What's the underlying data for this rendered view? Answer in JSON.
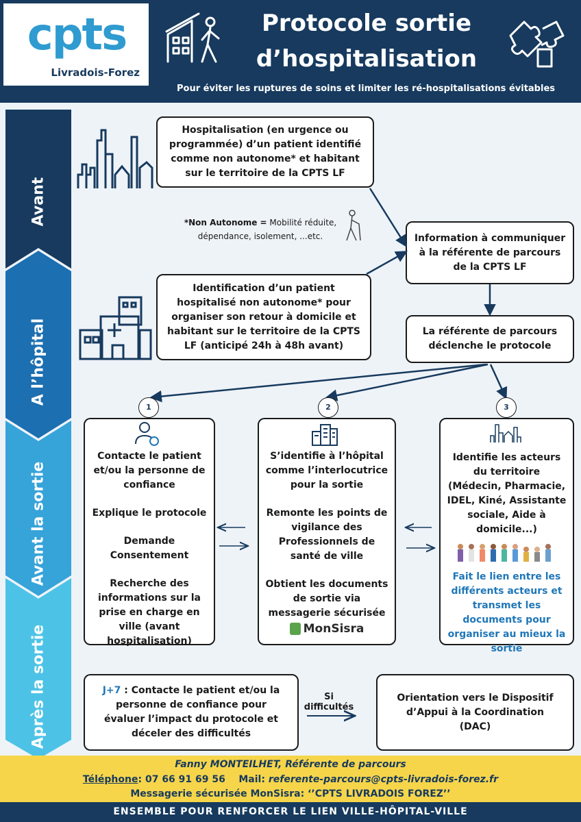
{
  "header": {
    "logo_main": "cpts",
    "logo_sub": "Livradois-Forez",
    "title_line1": "Protocole sortie",
    "title_line2": "d’hospitalisation",
    "subtitle": "Pour éviter les ruptures de soins et limiter les ré-hospitalisations évitables"
  },
  "timeline": {
    "stage1": "Avant",
    "stage2": "A l’hôpital",
    "stage3": "Avant la sortie",
    "stage4": "Après la sortie"
  },
  "colors": {
    "navy": "#173a5e",
    "blue": "#1f77b8",
    "cyan": "#4cc3e6",
    "yellow": "#f6d54a"
  },
  "flow": {
    "box_hospitalisation": "Hospitalisation (en urgence ou programmée) d’un patient identifié comme non autonome* et habitant sur le territoire de la CPTS LF",
    "note_bold": "*Non Autonome =",
    "note_text_1": " Mobilité réduite,",
    "note_text_2": "dépendance, isolement, ...etc.",
    "box_identification": "Identification d’un patient hospitalisé non autonome* pour organiser son retour à domicile et habitant sur le territoire de la CPTS LF (anticipé 24h à 48h avant)",
    "box_information": "Information à communiquer à la référente de parcours de la CPTS LF",
    "box_referente": "La référente de parcours déclenche le protocole"
  },
  "columns": [
    {
      "number": "1",
      "items": [
        "Contacte le patient et/ou la personne de confiance",
        "Explique le protocole",
        "Demande Consentement",
        "Recherche des informations sur la prise en charge en ville (avant hospitalisation)"
      ]
    },
    {
      "number": "2",
      "items": [
        "S’identifie à l’hôpital comme l’interlocutrice pour la sortie",
        "Remonte les points de vigilance des Professionnels de santé de ville",
        "Obtient les documents de sortie via messagerie sécurisée"
      ],
      "logo": "MonSisra"
    },
    {
      "number": "3",
      "items": [
        "Identifie les acteurs du territoire",
        "(Médecin, Pharmacie, IDEL, Kiné, Assistante sociale, Aide à domicile...)"
      ],
      "highlight": "Fait le lien entre les différents acteurs et transmet les documents pour organiser au mieux la sortie"
    }
  ],
  "after": {
    "j7_label": "J+7",
    "j7_text": " : Contacte le patient et/ou la personne de confiance pour évaluer l’impact du protocole et déceler des difficultés",
    "arrow_label": "Si difficultés",
    "orientation": "Orientation vers le Dispositif d’Appui à la Coordination (DAC)"
  },
  "footer": {
    "name_line": "Fanny MONTEILHET, Référente de parcours",
    "phone_label": "Téléphone",
    "phone_value": ": 07 66 91 69 56",
    "mail_label": "Mail:",
    "mail_value": "referente-parcours@cpts-livradois-forez.fr",
    "messagerie": "Messagerie sécurisée MonSisra:  ‘’CPTS LIVRADOIS FOREZ’’",
    "slogan": "ENSEMBLE POUR RENFORCER LE LIEN VILLE-HÔPITAL-VILLE"
  }
}
